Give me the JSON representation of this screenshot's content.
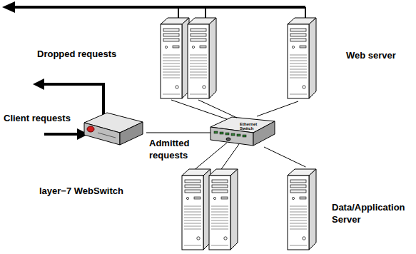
{
  "diagram": {
    "nodes": [
      {
        "text": [
          "layer−7 WebSwitch"
        ]
      },
      {
        "text": [
          "Ethernet Switch"
        ]
      },
      {
        "text": [
          "Web server"
        ]
      },
      {
        "text": [
          "Data/Application Server"
        ]
      }
    ],
    "edges": [
      {
        "from": 0,
        "to": 1,
        "arrow": "none",
        "label": "Admitted requests"
      },
      {
        "from": 1,
        "to": 2,
        "arrow": "none"
      },
      {
        "from": 1,
        "to": 3,
        "arrow": "none"
      }
    ],
    "labels": [
      "Dropped requests",
      "Client requests"
    ]
  }
}
